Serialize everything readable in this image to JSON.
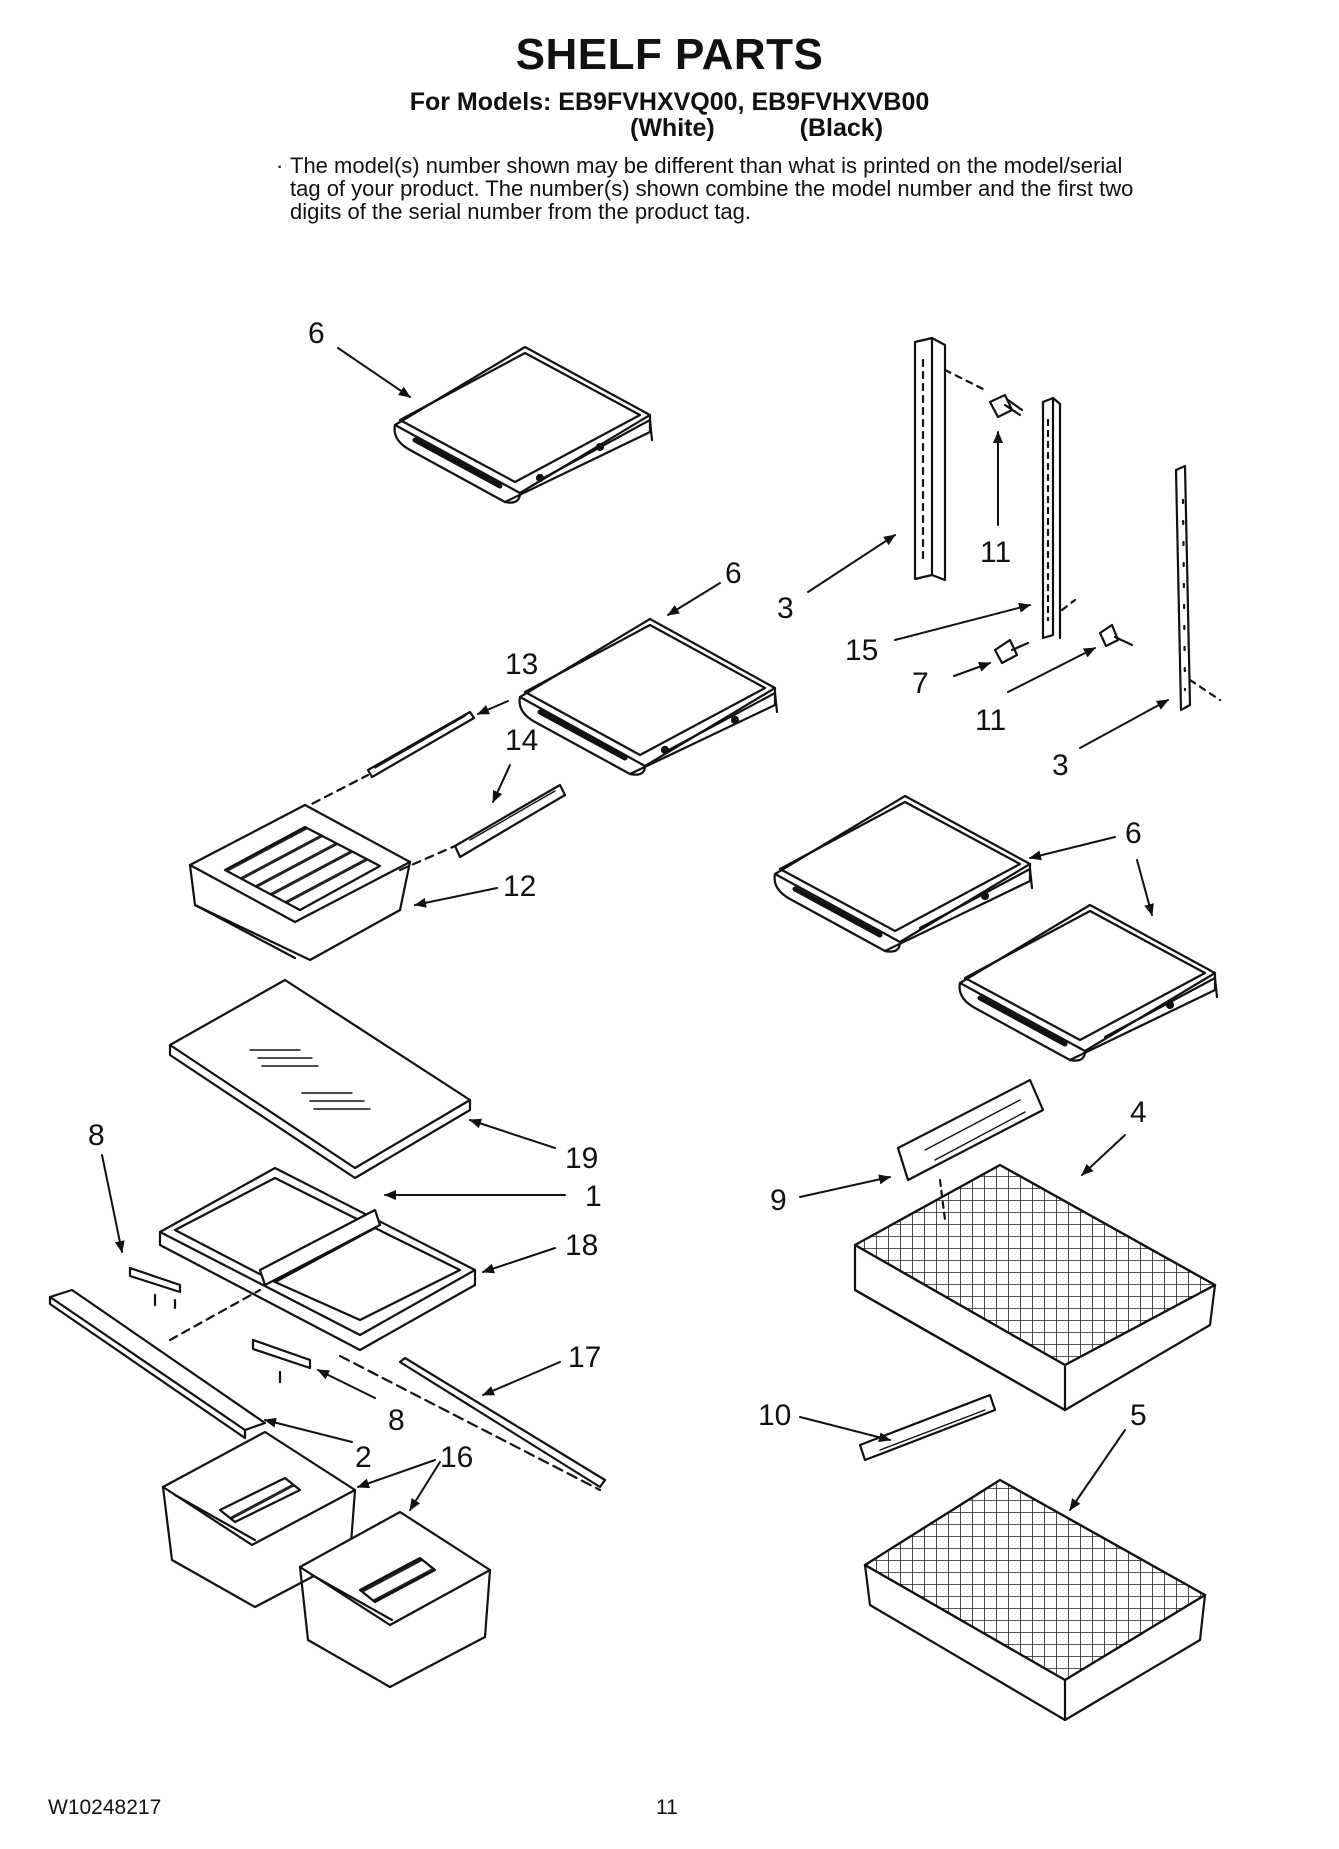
{
  "header": {
    "title": "SHELF PARTS",
    "models_line": "For Models: EB9FVHXVQ00, EB9FVHXVB00",
    "variant_white": "(White)",
    "variant_black": "(Black)"
  },
  "note": {
    "bullet": "·",
    "text": "The model(s) number shown may be different than what is printed on the model/serial tag of your product. The number(s) shown combine the model number and the first two digits of the serial number from the product tag."
  },
  "callouts": {
    "c6a": "6",
    "c6b": "6",
    "c6c": "6",
    "c3a": "3",
    "c3b": "3",
    "c11a": "11",
    "c11b": "11",
    "c15": "15",
    "c7": "7",
    "c13": "13",
    "c14": "14",
    "c12": "12",
    "c8a": "8",
    "c8b": "8",
    "c19": "19",
    "c1": "1",
    "c18": "18",
    "c17": "17",
    "c2": "2",
    "c16": "16",
    "c9": "9",
    "c4": "4",
    "c10": "10",
    "c5": "5"
  },
  "footer": {
    "doc_number": "W10248217",
    "page_number": "11"
  }
}
